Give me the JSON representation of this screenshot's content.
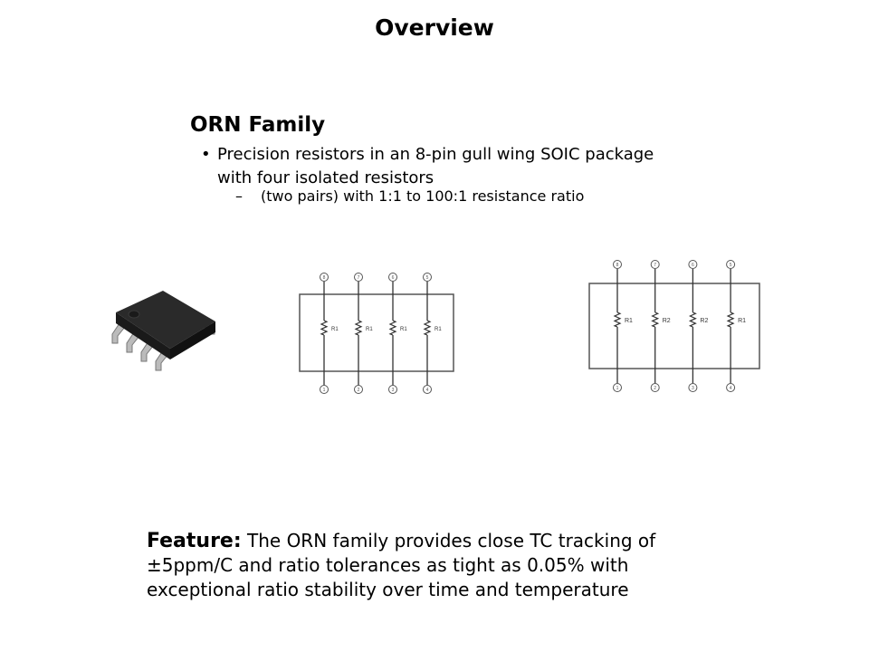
{
  "title": "Overview",
  "heading": "ORN Family",
  "bullet": "Precision resistors in an 8-pin gull wing SOIC package with four isolated resistors",
  "sub_bullet": "(two pairs) with 1:1 to 100:1 resistance ratio",
  "feature": {
    "label": "Feature:",
    "text": " The ORN family provides close TC tracking of ±5ppm/C and ratio tolerances as tight as 0.05% with exceptional ratio stability over time and temperature"
  },
  "schematic_a": {
    "top_pins": [
      "8",
      "7",
      "6",
      "5"
    ],
    "bottom_pins": [
      "1",
      "2",
      "3",
      "4"
    ],
    "resistors": [
      "R1",
      "R1",
      "R1",
      "R1"
    ]
  },
  "schematic_b": {
    "top_pins": [
      "8",
      "7",
      "6",
      "5"
    ],
    "bottom_pins": [
      "1",
      "2",
      "3",
      "4"
    ],
    "resistors": [
      "R1",
      "R2",
      "R2",
      "R1"
    ]
  }
}
